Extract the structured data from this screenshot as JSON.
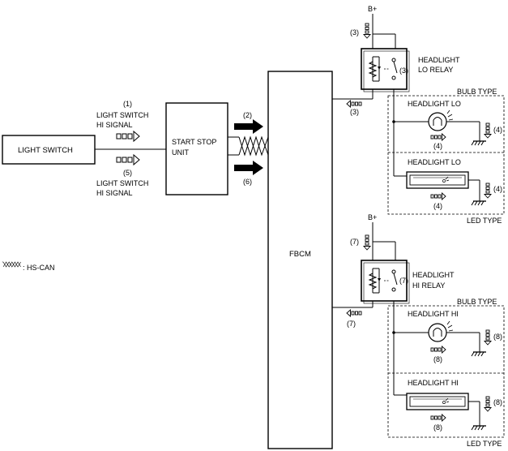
{
  "blocks": {
    "light_switch": "LIGHT SWITCH",
    "start_stop_line1": "START STOP",
    "start_stop_line2": "UNIT",
    "fbcm": "FBCM"
  },
  "signals": {
    "sig1_num": "(1)",
    "sig1_line1": "LIGHT SWITCH",
    "sig1_line2": "HI SIGNAL",
    "sig5_num": "(5)",
    "sig5_line1": "LIGHT SWITCH",
    "sig5_line2": "HI SIGNAL",
    "sig2_num": "(2)",
    "sig6_num": "(6)"
  },
  "legend": {
    "hs_can": ": HS-CAN"
  },
  "lo_circuit": {
    "supply": "B+",
    "relay_line1": "HEADLIGHT",
    "relay_line2": "LO RELAY",
    "num": "(3)",
    "bulb_type": "BULB TYPE",
    "led_type": "LED TYPE",
    "lamp_label": "HEADLIGHT LO",
    "lamp_num": "(4)"
  },
  "hi_circuit": {
    "supply": "B+",
    "relay_line1": "HEADLIGHT",
    "relay_line2": "HI RELAY",
    "num": "(7)",
    "bulb_type": "BULB TYPE",
    "led_type": "LED TYPE",
    "lamp_label": "HEADLIGHT HI",
    "lamp_num": "(8)"
  }
}
